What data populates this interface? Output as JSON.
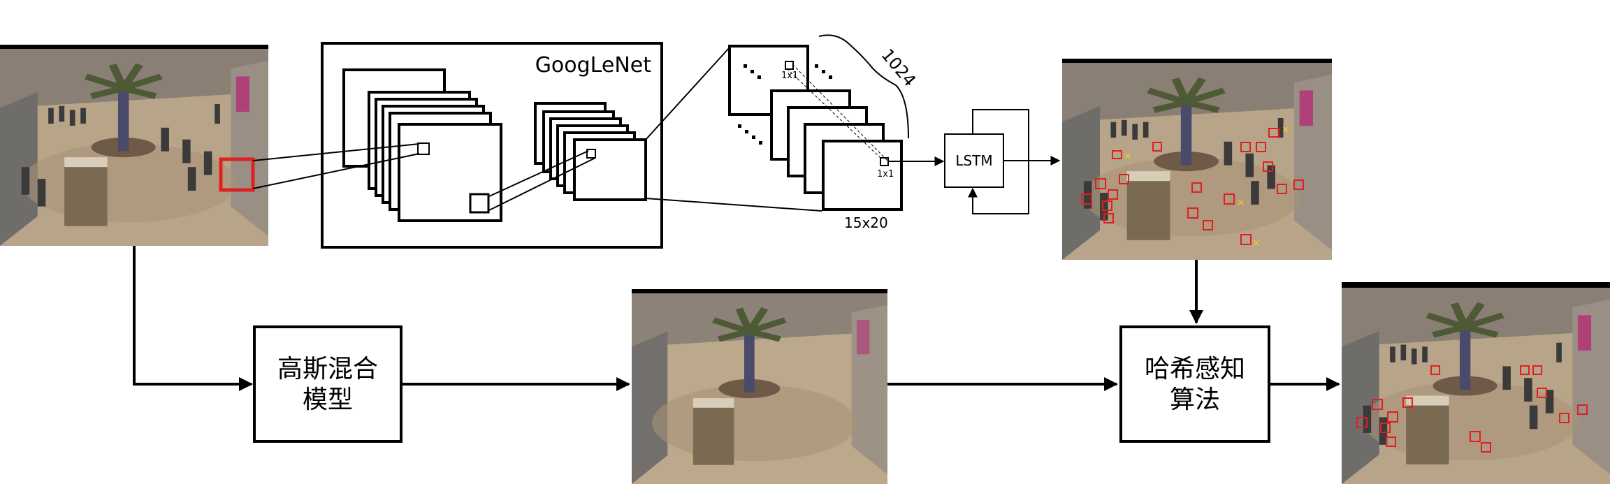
{
  "network": {
    "title": "GoogLeNet",
    "depth_label": "1024",
    "grid_label": "15x20",
    "cell_label_top": "1x1",
    "cell_label_bottom": "1x1",
    "lstm_label": "LSTM"
  },
  "boxes": {
    "gmm": {
      "line1": "高斯混合",
      "line2": "模型"
    },
    "hash": {
      "line1": "哈希感知",
      "line2": "算法"
    }
  },
  "images": {
    "input": "mall-surveillance-frame",
    "detections": "mall-frame-lstm-detections",
    "background": "mall-frame-gmm-background",
    "output": "mall-frame-final-detections"
  },
  "colors": {
    "line": "#000000",
    "detection_box": "#e02020",
    "false_mark": "#f0d020",
    "floor": "#b9a48a"
  }
}
